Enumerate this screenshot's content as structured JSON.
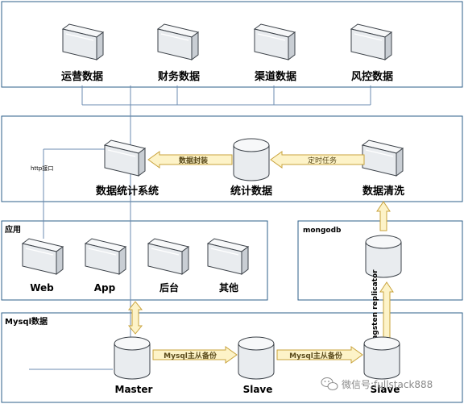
{
  "layers": {
    "top": {
      "nodes": [
        "运营数据",
        "财务数据",
        "渠道数据",
        "风控数据"
      ]
    },
    "middle": {
      "stats_system": "数据统计系统",
      "stats_data": "统计数据",
      "data_cleaning": "数据清洗",
      "arrow_encapsulate": "数据封装",
      "arrow_scheduled": "定时任务",
      "http_label": "http接口"
    },
    "apps": {
      "title": "应用",
      "nodes": [
        "Web",
        "App",
        "后台",
        "其他"
      ]
    },
    "mongodb": {
      "title": "mongodb",
      "replication": "Tungsten replicator"
    },
    "mysql": {
      "title": "Mysql数据",
      "master": "Master",
      "slave1": "Slave",
      "slave2": "Slave",
      "backup1": "Mysql主从备份",
      "backup2": "Mysql主从备份"
    }
  },
  "watermark": {
    "text": "微信号:fullstack888"
  },
  "colors": {
    "panel_border": "#2e5f8a",
    "line": "#6b8bb0",
    "arrow_fill": "#fdf3c8",
    "arrow_stroke": "#c9a33c",
    "arrow_text": "#5a4a1a",
    "box_front": "#e9ecef",
    "box_top": "#f7f8f9",
    "box_side": "#c9ced4",
    "box_stroke": "#3b4148"
  }
}
